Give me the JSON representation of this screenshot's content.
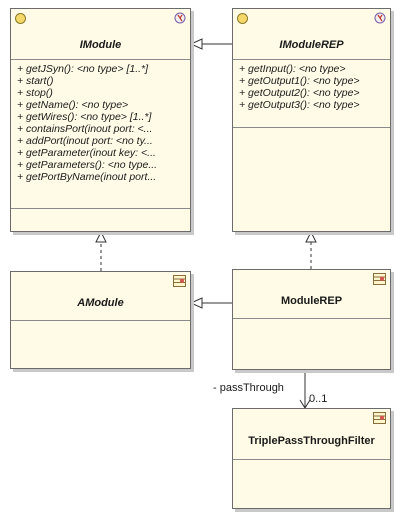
{
  "classes": {
    "imodule": {
      "name": "IModule",
      "icon": "interface-icon",
      "operations": [
        "+ getJSyn(): <no type> [1..*]",
        "+ start()",
        "+ stop()",
        "+ getName(): <no type>",
        "+ getWires(): <no type> [1..*]",
        "+ containsPort(inout port: <...",
        "+ addPort(inout port: <no ty...",
        "+ getParameter(inout key: <...",
        "+ getParameters(): <no type...",
        "+ getPortByName(inout port..."
      ]
    },
    "imodulerep": {
      "name": "IModuleREP",
      "icon": "interface-icon",
      "operations": [
        "+ getInput(): <no type>",
        "+ getOutput1(): <no type>",
        "+ getOutput2(): <no type>",
        "+ getOutput3(): <no type>"
      ]
    },
    "amodule": {
      "name": "AModule",
      "icon": "class-icon"
    },
    "modulerep": {
      "name": "ModuleREP",
      "icon": "class-icon"
    },
    "triple": {
      "name": "TriplePassThroughFilter",
      "icon": "class-icon"
    }
  },
  "association": {
    "role": "- passThrough",
    "multiplicity": "0..1"
  },
  "colors": {
    "class_fill": "#fffbe6",
    "border": "#6b6b6b",
    "shadow": "#c9c9c9",
    "line": "#333333"
  }
}
